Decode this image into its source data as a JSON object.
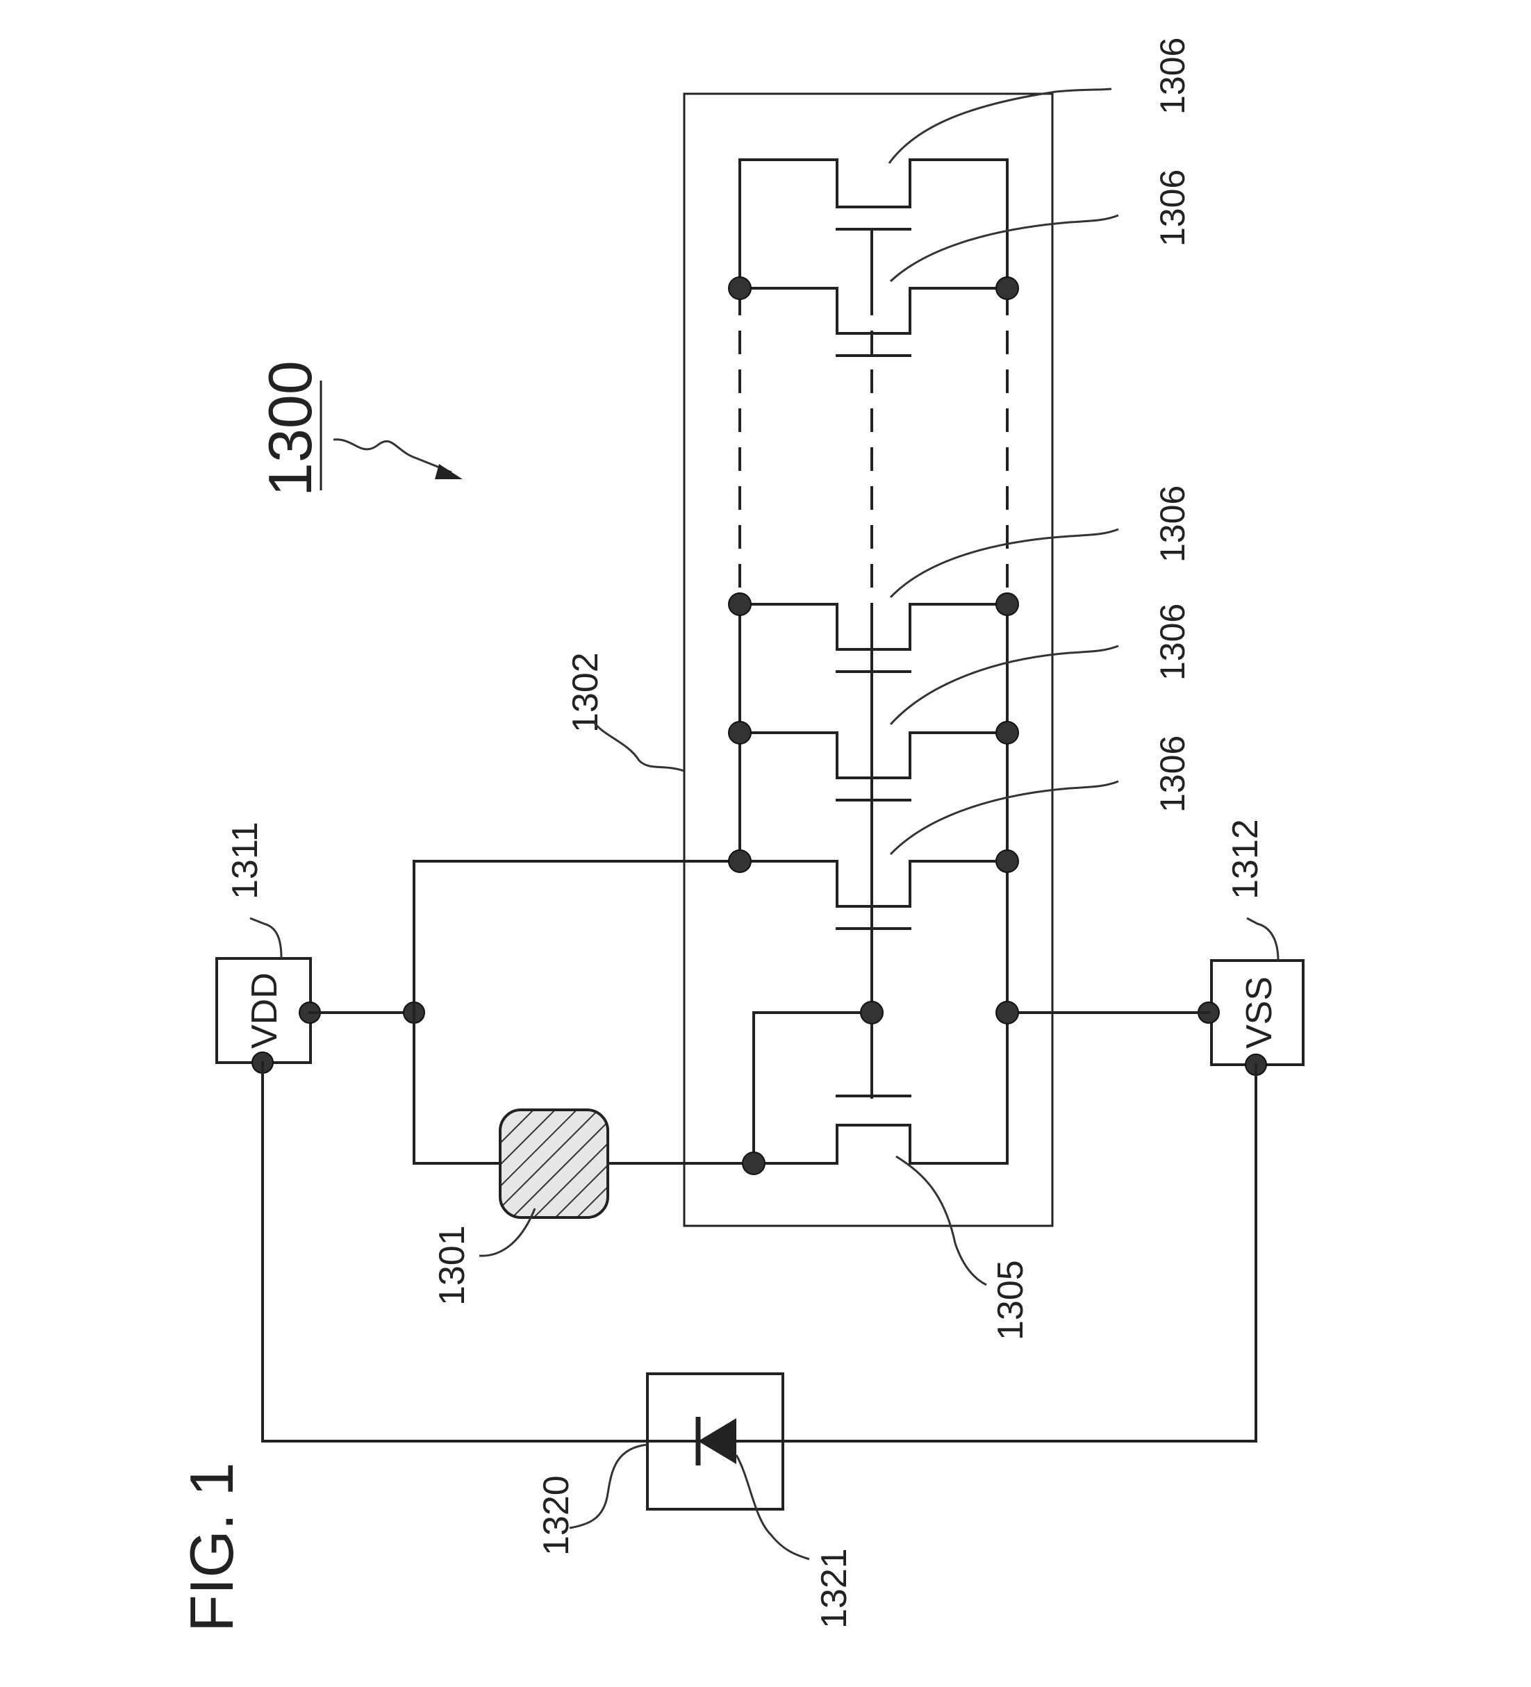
{
  "figure": {
    "title": "FIG. 1",
    "reference_number": "1300"
  },
  "labels": {
    "chip_area": "1302",
    "vdd_terminal": "1311",
    "vss_terminal": "1312",
    "element_1301": "1301",
    "transistor_1305": "1305",
    "transistors_1306": [
      "1306",
      "1306",
      "1306",
      "1306",
      "1306"
    ],
    "diode_box": "1320",
    "diode": "1321"
  },
  "terminals": {
    "vdd_text": "VDD",
    "vss_text": "VSS"
  }
}
